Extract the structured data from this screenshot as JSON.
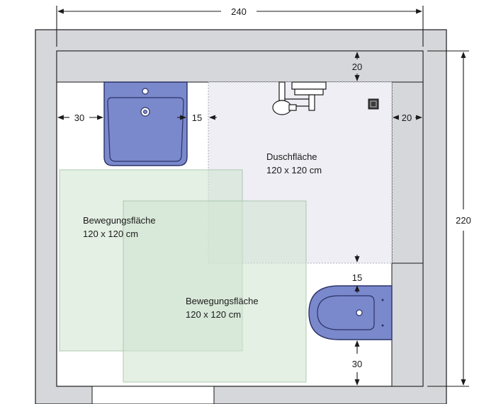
{
  "dimensions": {
    "total_width": "240",
    "total_height": "220",
    "wall_top": "20",
    "wall_right": "20",
    "sink_left_clearance": "30",
    "sink_right_clearance": "15",
    "toilet_top_clearance": "15",
    "toilet_bottom_clearance": "30"
  },
  "areas": {
    "shower": {
      "name": "Duschfläche",
      "size": "120 x 120 cm"
    },
    "movement_1": {
      "name": "Bewegungsfläche",
      "size": "120 x 120 cm"
    },
    "movement_2": {
      "name": "Bewegungsfläche",
      "size": "120 x 120 cm"
    }
  },
  "colors": {
    "wall": "#d6d7db",
    "wall_outline": "#1a1a1a",
    "floor": "#ffffff",
    "shower_area": "#eeeef4",
    "movement_area": "#cfe3d0",
    "fixture": "#7a88cc",
    "fixture_outline": "#2b3366"
  }
}
